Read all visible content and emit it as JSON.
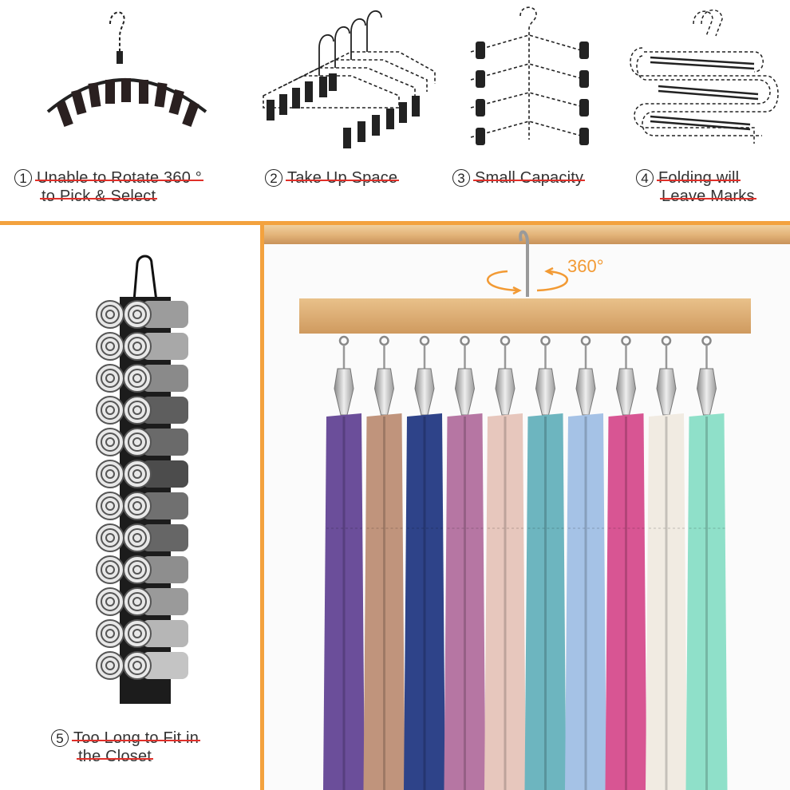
{
  "problems": [
    {
      "number": "1",
      "lines": [
        "Unable to Rotate 360 °",
        "to Pick & Select"
      ],
      "icon": "arc-clip-hanger-icon"
    },
    {
      "number": "2",
      "lines": [
        "Take Up Space"
      ],
      "icon": "stacked-clip-hangers-icon"
    },
    {
      "number": "3",
      "lines": [
        "Small Capacity"
      ],
      "icon": "tiered-clip-hanger-icon"
    },
    {
      "number": "4",
      "lines": [
        "Folding will",
        "Leave Marks"
      ],
      "icon": "s-shaped-pants-hanger-icon"
    },
    {
      "number": "5",
      "lines": [
        "Too Long to Fit in",
        "the Closet"
      ],
      "icon": "hanging-legging-organizer-icon"
    }
  ],
  "solution": {
    "rotation_label": "360°",
    "clip_count": 10,
    "garment_colors": [
      "#6b4e9a",
      "#c0947c",
      "#2e4389",
      "#b676a3",
      "#e7c7bd",
      "#6db5bf",
      "#a5c2e6",
      "#d85593",
      "#f1ebe2",
      "#8fe0c9"
    ]
  },
  "colors": {
    "accent_orange": "#f3a23e",
    "strike_red": "#e0302a",
    "rotation_orange": "#f29a34",
    "wood": "#d9a96c"
  }
}
